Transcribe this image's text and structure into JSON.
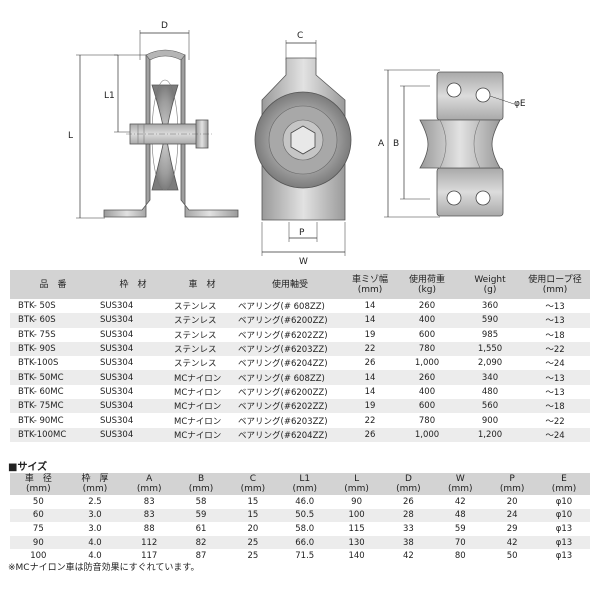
{
  "drawing_labels": {
    "d": "D",
    "l1": "L1",
    "l": "L",
    "c": "C",
    "p": "P",
    "w": "W",
    "a": "A",
    "b": "B",
    "phi_e": "φE"
  },
  "spec_table": {
    "headers": [
      "品　番",
      "枠　材",
      "車　材",
      "使用軸受",
      "車ミゾ幅\n(mm)",
      "使用荷重\n(kg)",
      "Weight\n(g)",
      "使用ロープ径\n(mm)"
    ],
    "rows": [
      [
        "BTK- 50S",
        "SUS304",
        "ステンレス",
        "ベアリング(# 608ZZ)",
        "14",
        "260",
        "360",
        "～13"
      ],
      [
        "BTK- 60S",
        "SUS304",
        "ステンレス",
        "ベアリング(#6200ZZ)",
        "14",
        "400",
        "590",
        "～13"
      ],
      [
        "BTK- 75S",
        "SUS304",
        "ステンレス",
        "ベアリング(#6202ZZ)",
        "19",
        "600",
        "985",
        "～18"
      ],
      [
        "BTK- 90S",
        "SUS304",
        "ステンレス",
        "ベアリング(#6203ZZ)",
        "22",
        "780",
        "1,550",
        "～22"
      ],
      [
        "BTK-100S",
        "SUS304",
        "ステンレス",
        "ベアリング(#6204ZZ)",
        "26",
        "1,000",
        "2,090",
        "～24"
      ],
      [
        "BTK- 50MC",
        "SUS304",
        "MCナイロン",
        "ベアリング(# 608ZZ)",
        "14",
        "260",
        "340",
        "～13"
      ],
      [
        "BTK- 60MC",
        "SUS304",
        "MCナイロン",
        "ベアリング(#6200ZZ)",
        "14",
        "400",
        "480",
        "～13"
      ],
      [
        "BTK- 75MC",
        "SUS304",
        "MCナイロン",
        "ベアリング(#6202ZZ)",
        "19",
        "600",
        "560",
        "～18"
      ],
      [
        "BTK- 90MC",
        "SUS304",
        "MCナイロン",
        "ベアリング(#6203ZZ)",
        "22",
        "780",
        "900",
        "～22"
      ],
      [
        "BTK-100MC",
        "SUS304",
        "MCナイロン",
        "ベアリング(#6204ZZ)",
        "26",
        "1,000",
        "1,200",
        "～24"
      ]
    ]
  },
  "size_section": {
    "title": "■サイズ",
    "headers": [
      "車　径\n(mm)",
      "枠　厚\n(mm)",
      "A\n(mm)",
      "B\n(mm)",
      "C\n(mm)",
      "L1\n(mm)",
      "L\n(mm)",
      "D\n(mm)",
      "W\n(mm)",
      "P\n(mm)",
      "E\n(mm)"
    ],
    "rows": [
      [
        "50",
        "2.5",
        "83",
        "58",
        "15",
        "46.0",
        "90",
        "26",
        "42",
        "20",
        "φ10"
      ],
      [
        "60",
        "3.0",
        "83",
        "59",
        "15",
        "50.5",
        "100",
        "28",
        "48",
        "24",
        "φ10"
      ],
      [
        "75",
        "3.0",
        "88",
        "61",
        "20",
        "58.0",
        "115",
        "33",
        "59",
        "29",
        "φ13"
      ],
      [
        "90",
        "4.0",
        "112",
        "82",
        "25",
        "66.0",
        "130",
        "38",
        "70",
        "42",
        "φ13"
      ],
      [
        "100",
        "4.0",
        "117",
        "87",
        "25",
        "71.5",
        "140",
        "42",
        "80",
        "50",
        "φ13"
      ]
    ]
  },
  "footnote": "※MCナイロン車は防音効果にすぐれています。",
  "colors": {
    "header_bg": "#d3d3d3",
    "stripe_bg": "#ececec",
    "metal": "#b9b9b9",
    "metal_dark": "#8a8a8a"
  }
}
